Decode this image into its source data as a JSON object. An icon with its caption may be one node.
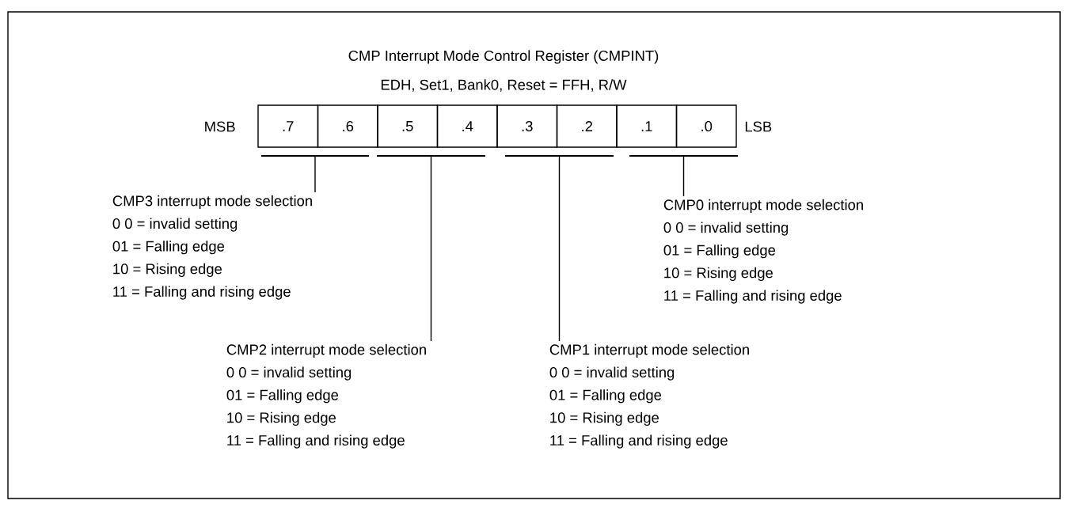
{
  "diagram": {
    "title": "CMP Interrupt Mode Control Register (CMPINT)",
    "nodes": [
      {
        "text": [
          ".7"
        ]
      },
      {
        "text": [
          ".6"
        ]
      },
      {
        "text": [
          ".5"
        ]
      },
      {
        "text": [
          ".4"
        ]
      },
      {
        "text": [
          ".3"
        ]
      },
      {
        "text": [
          ".2"
        ]
      },
      {
        "text": [
          ".1"
        ]
      },
      {
        "text": [
          ".0"
        ]
      },
      {
        "text": [],
        "shape": "bar"
      },
      {
        "text": [],
        "shape": "bar"
      },
      {
        "text": [],
        "shape": "bar"
      },
      {
        "text": [],
        "shape": "bar"
      },
      {
        "text": [
          "CMP3 interrupt mode selection",
          "0 0 = invalid setting",
          "01 = Falling edge",
          "10 = Rising edge",
          "11 = Falling and rising edge"
        ]
      },
      {
        "text": [
          "CMP0 interrupt mode selection",
          "0 0 = invalid setting",
          "01 = Falling edge",
          "10 = Rising edge",
          "11 = Falling and rising edge"
        ]
      },
      {
        "text": [
          "CMP2 interrupt mode selection",
          "0 0 = invalid setting",
          "01 = Falling edge",
          "10 = Rising edge",
          "11 = Falling and rising edge"
        ]
      },
      {
        "text": [
          "CMP1 interrupt mode selection",
          "0 0 = invalid setting",
          "01 = Falling edge",
          "10 = Rising edge",
          "11 = Falling and rising edge"
        ]
      }
    ],
    "edges": [
      {
        "from": 12,
        "to": 8,
        "arrow": "none"
      },
      {
        "from": 13,
        "to": 11,
        "arrow": "none"
      },
      {
        "from": 14,
        "to": 9,
        "arrow": "none"
      },
      {
        "from": 15,
        "to": 10,
        "arrow": "none"
      }
    ],
    "labels": [
      "EDH, Set1, Bank0, Reset = FFH, R/W",
      "MSB",
      "LSB"
    ]
  }
}
